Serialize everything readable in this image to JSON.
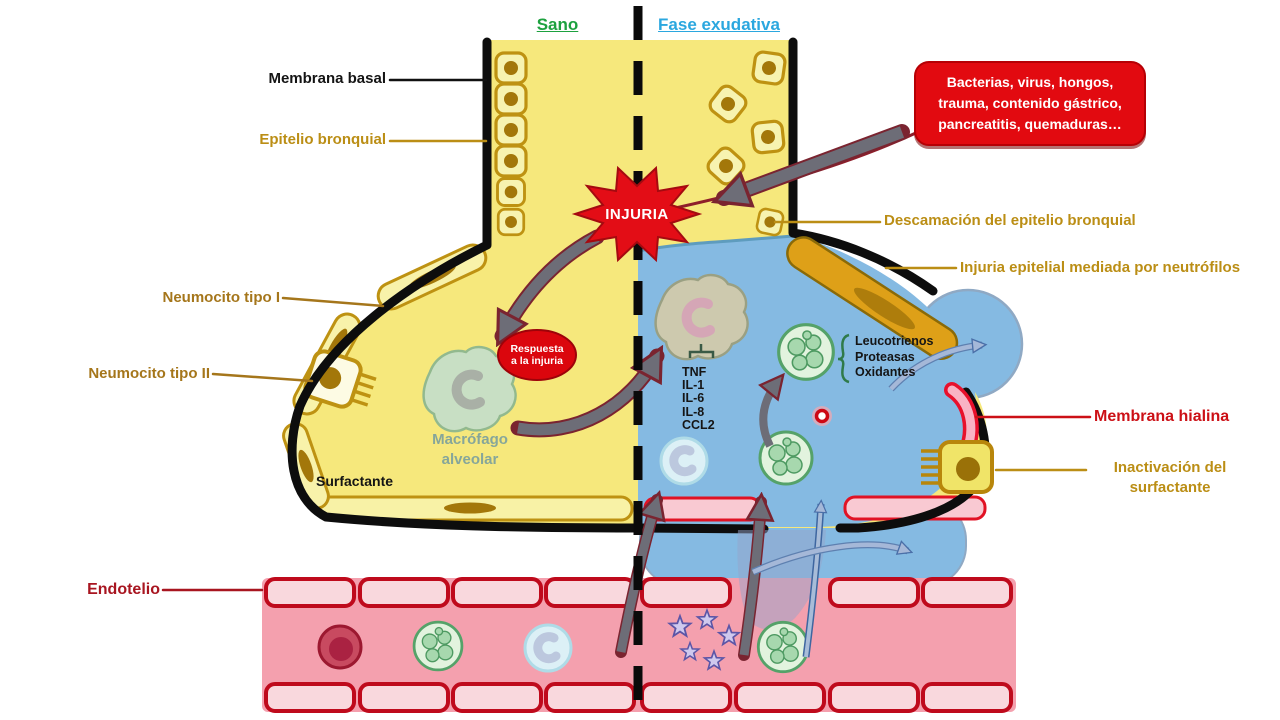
{
  "colors": {
    "healthy_title": "#1DA13F",
    "exudative_title": "#2BA7DF",
    "gold_label": "#BB8E15",
    "pneumocyte_label": "#A5761B",
    "hyaline_label": "#CC1016",
    "endothelium_label": "#A81520",
    "macrophage_label": "#86A69A",
    "alveolus_yellow": "#F6E87C",
    "edema_blue": "#85BAE2",
    "capillary_pink": "#F4A0AE",
    "danger_red": "#E20A10"
  },
  "titles": {
    "healthy": "Sano",
    "exudative": "Fase exudativa"
  },
  "labels": {
    "membrana_basal": "Membrana basal",
    "epitelio_bronquial": "Epitelio bronquial",
    "neumocito_tipo_1": "Neumocito tipo I",
    "neumocito_tipo_2": "Neumocito tipo II",
    "surfactante": "Surfactante",
    "endotelio": "Endotelio",
    "descamacion": "Descamación del epitelio bronquial",
    "injuria_epitelial": "Injuria epitelial mediada por neutrófilos",
    "membrana_hialina": "Membrana hialina",
    "inactivacion_line1": "Inactivación del",
    "inactivacion_line2": "surfactante"
  },
  "callout_box": {
    "lines": [
      "Bacterias, virus, hongos,",
      "trauma, contenido gástrico,",
      "pancreatitis, quemaduras…"
    ]
  },
  "injury": {
    "burst": "INJURIA",
    "response_line1": "Respuesta",
    "response_line2": "a la injuria"
  },
  "macrophage": {
    "line1": "Macrófago",
    "line2": "alveolar"
  },
  "mediators": {
    "items": [
      "TNF",
      "IL-1",
      "IL-6",
      "IL-8",
      "CCL2"
    ]
  },
  "neutrophil_products": {
    "items": [
      "Leucotrienos",
      "Proteasas",
      "Oxidantes"
    ]
  }
}
